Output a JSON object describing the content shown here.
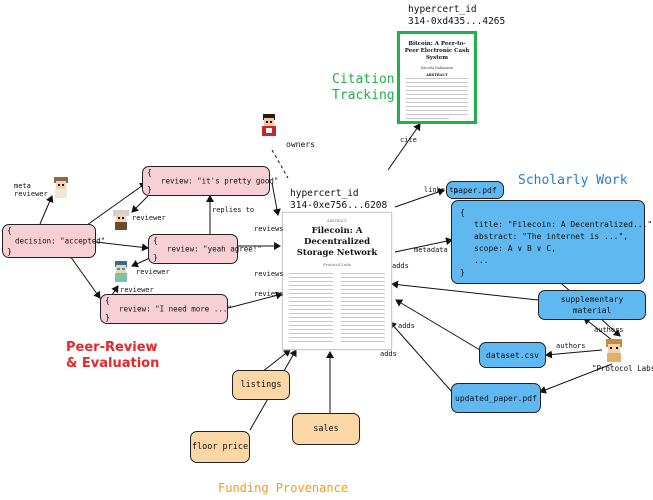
{
  "sections": {
    "citation_tracking": "Citation\nTracking",
    "scholarly_work": "Scholarly Work",
    "peer_review": "Peer-Review\n& Evaluation",
    "funding_provenance": "Funding Provenance"
  },
  "hypercerts": {
    "top_id": "hypercert_id\n314-0xd435...4265",
    "center_id": "hypercert_id\n314-0xe756...6208"
  },
  "papers": {
    "bitcoin": {
      "title": "Bitcoin: A Peer-to-Peer Electronic Cash System",
      "author": "Satoshi Nakamoto",
      "abstract": "ABSTRACT"
    },
    "filecoin": {
      "title": "Filecoin: A Decentralized Storage Network",
      "subtitle": "Protocol Labs",
      "header": "ABSTRACT"
    }
  },
  "peer_review": {
    "decision": "decision: \"accepted\"",
    "review_1": "review: \"it's pretty good\"",
    "review_2": "review: \"yeah agree!\"",
    "review_3": "review: \"I need more ...\"",
    "brace_open": "{",
    "brace_close": "}"
  },
  "scholarly": {
    "paper_pdf": "paper.pdf",
    "metadata": {
      "open": "{",
      "title": "title: \"Filecoin: A Decentralized...\",",
      "abstract": "abstract: \"The internet is ...\",",
      "scope": "scope: A ∨ B ∨ C,",
      "more": "...",
      "close": "}"
    },
    "supplementary": "supplementary\nmaterial",
    "dataset": "dataset.csv",
    "updated_paper": "updated_paper.pdf",
    "protocol_labs": "\"Protocol Labs\""
  },
  "funding": {
    "listings": "listings",
    "floor_price": "floor price",
    "sales": "sales"
  },
  "edge_labels": {
    "cite": "cite",
    "owners": "owners",
    "links_to": "links to",
    "metadata": "metadata",
    "adds_1": "adds",
    "adds_2": "adds",
    "adds_3": "adds",
    "authors_1": "authors",
    "authors_2": "authors",
    "meta_reviewer": "meta\nreviewer",
    "reviewer_1": "reviewer",
    "reviewer_2": "reviewer",
    "reviewer_3": "reviewer",
    "replies_to": "replies to",
    "reviews_1": "reviews",
    "reviews_2": "reviews",
    "reviews_3": "reviews"
  },
  "colors": {
    "citation_green": "#22b04a",
    "scholarly_blue": "#1f7fd4",
    "peer_red": "#e8262b",
    "funding_orange": "#f59a1b",
    "pink_box": "#f8cfd4",
    "blue_box": "#5fb8f0",
    "orange_box": "#fbd7a6"
  }
}
